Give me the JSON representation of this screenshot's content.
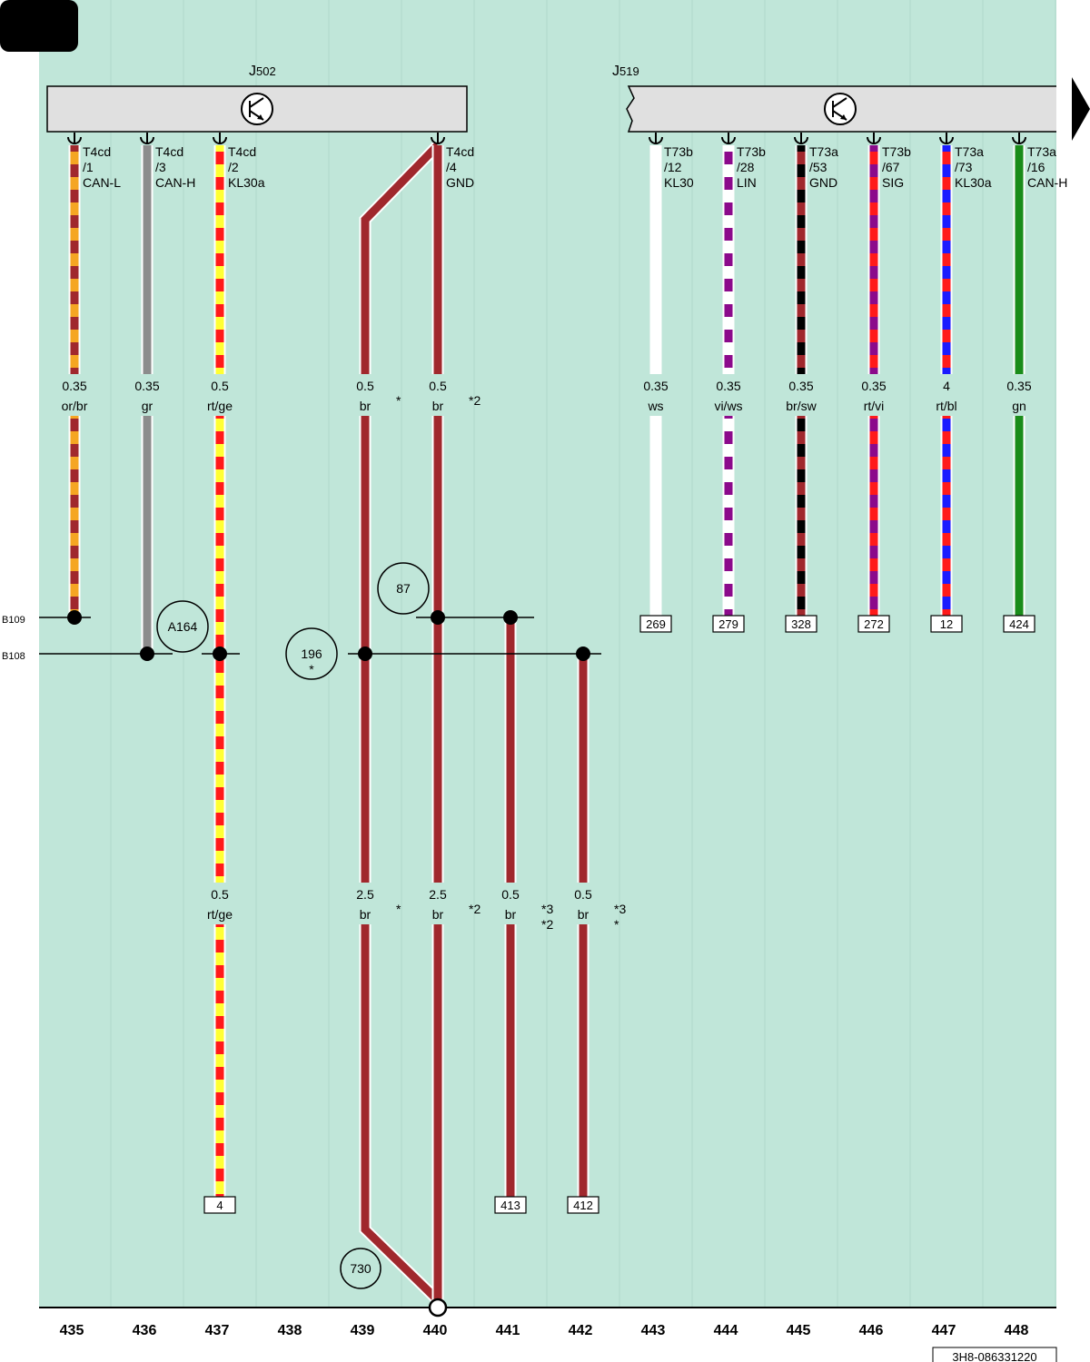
{
  "components": [
    {
      "id": "J502",
      "prefix": "J",
      "sub": "502"
    },
    {
      "id": "J519",
      "prefix": "J",
      "sub": "519"
    }
  ],
  "buses": [
    {
      "id": "b109",
      "label": "B109"
    },
    {
      "id": "b108",
      "label": "B108"
    }
  ],
  "columns": [
    "435",
    "436",
    "437",
    "438",
    "439",
    "440",
    "441",
    "442",
    "443",
    "444",
    "445",
    "446",
    "447",
    "448"
  ],
  "wires": [
    {
      "id": "w435",
      "pin": [
        "T4cd",
        "/1",
        "CAN-L"
      ],
      "spec": [
        "0.35",
        "or/br"
      ],
      "colors": [
        "#f5a623",
        "#a0282d"
      ]
    },
    {
      "id": "w436",
      "pin": [
        "T4cd",
        "/3",
        "CAN-H"
      ],
      "spec": [
        "0.35",
        "gr"
      ],
      "colors": [
        "#8c8c8c"
      ]
    },
    {
      "id": "w437",
      "pin": [
        "T4cd",
        "/2",
        "KL30a"
      ],
      "spec": [
        "0.5",
        "rt/ge"
      ],
      "spec2": [
        "0.5",
        "rt/ge"
      ],
      "colors": [
        "#ff1a1a",
        "#ffff33"
      ],
      "ref": "4"
    },
    {
      "id": "w439",
      "spec": [
        "0.5",
        "br"
      ],
      "spec2": [
        "2.5",
        "br"
      ],
      "note": "*",
      "note2": "*",
      "colors": [
        "#a0282d"
      ]
    },
    {
      "id": "w440",
      "pin": [
        "T4cd",
        "/4",
        "GND"
      ],
      "spec": [
        "0.5",
        "br"
      ],
      "spec2": [
        "2.5",
        "br"
      ],
      "note": "*2",
      "note2": "*2",
      "colors": [
        "#a0282d"
      ]
    },
    {
      "id": "w441",
      "spec2": [
        "0.5",
        "br"
      ],
      "note2": [
        "*3",
        "*2"
      ],
      "colors": [
        "#a0282d"
      ],
      "ref": "413"
    },
    {
      "id": "w442",
      "spec2": [
        "0.5",
        "br"
      ],
      "note2": [
        "*3",
        "*"
      ],
      "colors": [
        "#a0282d"
      ],
      "ref": "412"
    },
    {
      "id": "w443",
      "pin": [
        "T73b",
        "/12",
        "KL30"
      ],
      "spec": [
        "0.35",
        "ws"
      ],
      "colors": [
        "#ffffff"
      ],
      "ref": "269"
    },
    {
      "id": "w444",
      "pin": [
        "T73b",
        "/28",
        "LIN"
      ],
      "spec": [
        "0.35",
        "vi/ws"
      ],
      "colors": [
        "#8b0a8b",
        "#ffffff"
      ],
      "ref": "279"
    },
    {
      "id": "w445",
      "pin": [
        "T73a",
        "/53",
        "GND"
      ],
      "spec": [
        "0.35",
        "br/sw"
      ],
      "colors": [
        "#a0282d",
        "#000000"
      ],
      "ref": "328"
    },
    {
      "id": "w446",
      "pin": [
        "T73b",
        "/67",
        "SIG"
      ],
      "spec": [
        "0.35",
        "rt/vi"
      ],
      "colors": [
        "#ff1a1a",
        "#8b0a8b"
      ],
      "ref": "272"
    },
    {
      "id": "w447",
      "pin": [
        "T73a",
        "/73",
        "KL30a"
      ],
      "spec": [
        "4",
        "rt/bl"
      ],
      "colors": [
        "#ff1a1a",
        "#1a1aff"
      ],
      "ref": "12"
    },
    {
      "id": "w448",
      "pin": [
        "T73a",
        "/16",
        "CAN-H"
      ],
      "spec": [
        "0.35",
        "gn"
      ],
      "colors": [
        "#1a8c1a"
      ],
      "ref": "424"
    }
  ],
  "circles": [
    {
      "id": "c87",
      "lines": [
        "87"
      ]
    },
    {
      "id": "ca164",
      "lines": [
        "A164"
      ]
    },
    {
      "id": "c196",
      "lines": [
        "196",
        "*"
      ]
    },
    {
      "id": "c730",
      "lines": [
        "730"
      ]
    }
  ],
  "doc_number": "3H8-086331220",
  "colors": {
    "background": "#c0e6d9",
    "component_fill": "#e0e0e0",
    "brown": "#a0282d"
  },
  "icons": [
    "transistor-icon",
    "ground-connector-icon",
    "arrow-right-icon"
  ]
}
